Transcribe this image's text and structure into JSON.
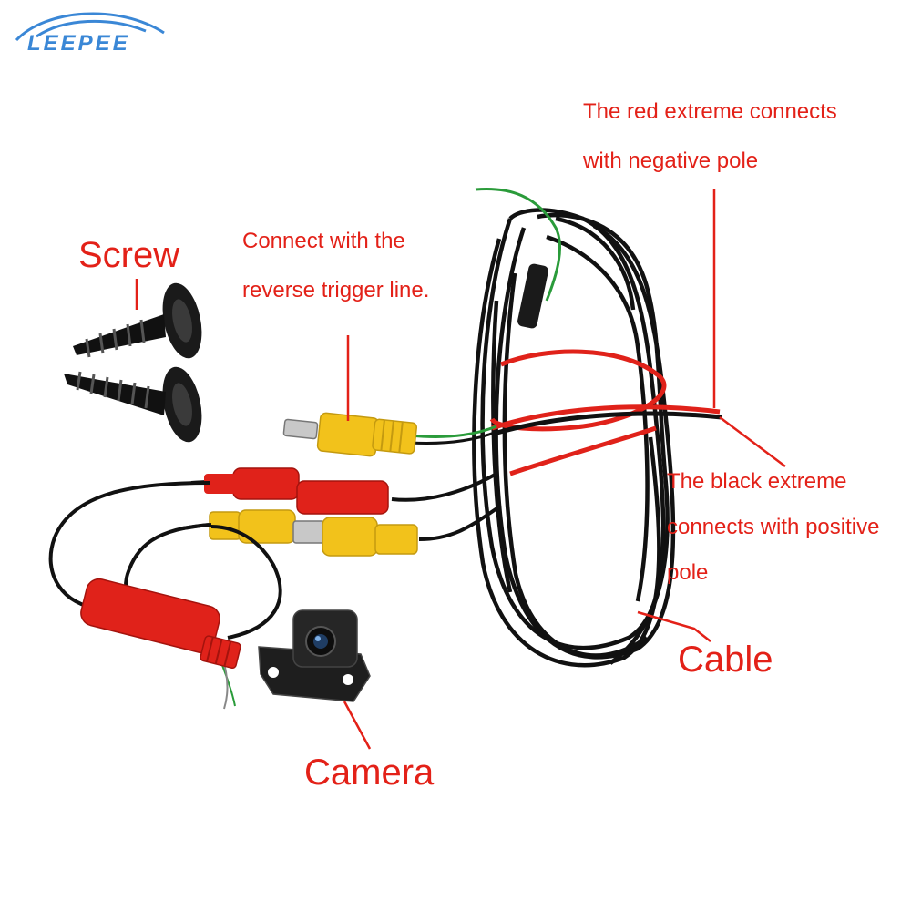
{
  "logo": {
    "text": "LEEPEE"
  },
  "labels": {
    "screw": "Screw",
    "trigger_line_1": "Connect with the",
    "trigger_line_2": "reverse trigger line.",
    "red_extreme_line_1": "The red extreme connects",
    "red_extreme_line_2": "with negative pole",
    "black_extreme_line_1": "The black extreme",
    "black_extreme_line_2": "connects with positive",
    "black_extreme_line_3": "pole",
    "cable": "Cable",
    "camera": "Camera"
  },
  "colors": {
    "label_red": "#e32118",
    "logo_blue": "#3a87d6",
    "connector_yellow": "#f2c21b",
    "connector_red": "#e0221a",
    "cable_black": "#111111"
  }
}
